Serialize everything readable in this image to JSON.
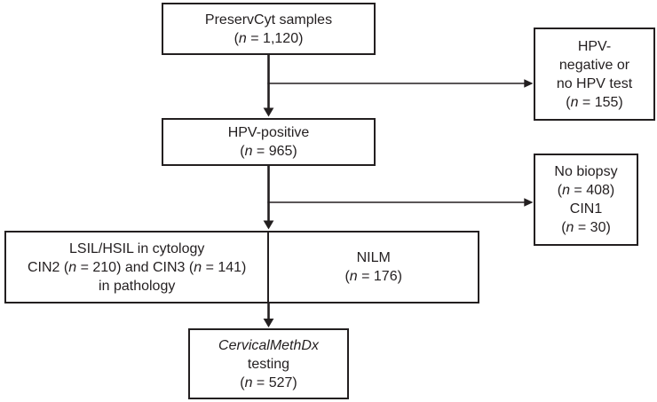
{
  "figure": {
    "type": "flow-diagram",
    "description": "Sample selection flowchart for CervicalMethDx testing"
  },
  "colors": {
    "ink": "#231f20",
    "background": "#ffffff"
  },
  "nodes": {
    "preservcyt": {
      "label": "PreservCyt samples (n = 1,120)",
      "n": 1120,
      "lines": [
        [
          {
            "t": "PreservCyt samples"
          }
        ],
        [
          {
            "t": "("
          },
          {
            "t": "n",
            "i": true
          },
          {
            "t": " = 1,120)"
          }
        ]
      ]
    },
    "hpv_negative": {
      "label": "HPV-negative or no HPV test (n = 155)",
      "n": 155,
      "lines": [
        [
          {
            "t": "HPV-"
          }
        ],
        [
          {
            "t": "negative or"
          }
        ],
        [
          {
            "t": "no HPV test"
          }
        ],
        [
          {
            "t": "("
          },
          {
            "t": "n",
            "i": true
          },
          {
            "t": " = 155)"
          }
        ]
      ]
    },
    "hpv_positive": {
      "label": "HPV-positive (n = 965)",
      "n": 965,
      "lines": [
        [
          {
            "t": "HPV-positive"
          }
        ],
        [
          {
            "t": "("
          },
          {
            "t": "n",
            "i": true
          },
          {
            "t": " = 965)"
          }
        ]
      ]
    },
    "no_biopsy": {
      "label": "No biopsy (n = 408) CIN1 (n = 30)",
      "n_no_biopsy": 408,
      "n_cin1": 30,
      "lines": [
        [
          {
            "t": "No biopsy"
          }
        ],
        [
          {
            "t": "("
          },
          {
            "t": "n",
            "i": true
          },
          {
            "t": " = 408)"
          }
        ],
        [
          {
            "t": "CIN1"
          }
        ],
        [
          {
            "t": "("
          },
          {
            "t": "n",
            "i": true
          },
          {
            "t": " = 30)"
          }
        ]
      ]
    },
    "lsil_hsil": {
      "label": "LSIL/HSIL in cytology CIN2 (n = 210) and CIN3 (n = 141) in pathology",
      "n_cin2": 210,
      "n_cin3": 141,
      "lines": [
        [
          {
            "t": "LSIL/HSIL in cytology"
          }
        ],
        [
          {
            "t": "CIN2 ("
          },
          {
            "t": "n",
            "i": true
          },
          {
            "t": " = 210) and CIN3 ("
          },
          {
            "t": "n",
            "i": true
          },
          {
            "t": " = 141)"
          }
        ],
        [
          {
            "t": "in pathology"
          }
        ]
      ]
    },
    "nilm": {
      "label": "NILM (n = 176)",
      "n": 176,
      "lines": [
        [
          {
            "t": "NILM"
          }
        ],
        [
          {
            "t": "("
          },
          {
            "t": "n",
            "i": true
          },
          {
            "t": " = 176)"
          }
        ]
      ]
    },
    "cervicalmethdx": {
      "label": "CervicalMethDx testing (n = 527)",
      "n": 527,
      "lines": [
        [
          {
            "t": "CervicalMethDx",
            "i": true
          }
        ],
        [
          {
            "t": "testing"
          }
        ],
        [
          {
            "t": "("
          },
          {
            "t": "n",
            "i": true
          },
          {
            "t": " = 527)"
          }
        ]
      ]
    }
  }
}
